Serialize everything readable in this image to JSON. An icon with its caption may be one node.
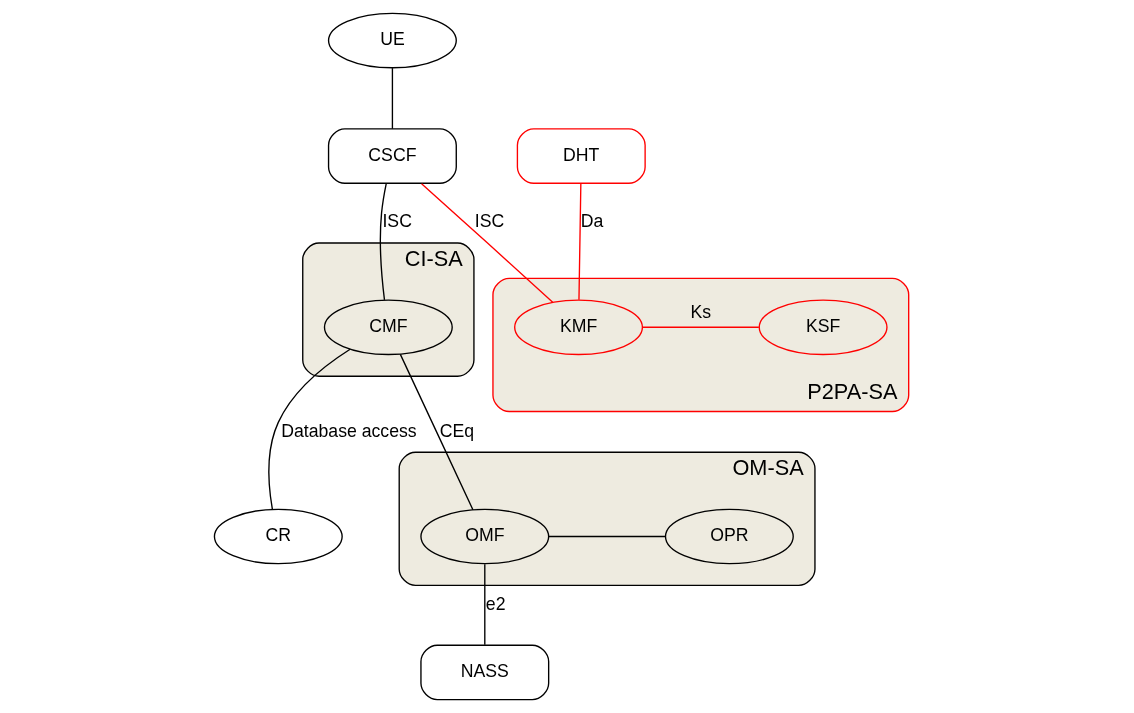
{
  "diagram": {
    "nodes": [
      {
        "text": [
          "UE"
        ]
      },
      {
        "text": [
          "CSCF"
        ]
      },
      {
        "text": [
          "P2PA-SA"
        ]
      },
      {
        "text": [
          "DHT"
        ]
      },
      {
        "text": [
          "KMF"
        ],
        "in": 2
      },
      {
        "text": [
          "KSF"
        ],
        "in": 2
      },
      {
        "text": [
          "CI-SA"
        ]
      },
      {
        "text": [
          "CMF"
        ],
        "in": 6
      },
      {
        "text": [
          "CR"
        ]
      },
      {
        "text": [
          "OM-SA"
        ]
      },
      {
        "text": [
          "OMF"
        ],
        "in": 9
      },
      {
        "text": [
          "OPR"
        ],
        "in": 9
      },
      {
        "text": [
          "NASS"
        ]
      }
    ],
    "edges": [
      {
        "from": 0,
        "to": 1,
        "arrow": "none"
      },
      {
        "from": 1,
        "to": 4,
        "arrow": "none",
        "label": "ISC",
        "color": "#ff0000"
      },
      {
        "from": 3,
        "to": 4,
        "arrow": "none",
        "label": "Da",
        "color": "#ff0000"
      },
      {
        "from": 4,
        "to": 5,
        "arrow": "none",
        "label": "Ks",
        "color": "#ff0000"
      },
      {
        "from": 1,
        "to": 7,
        "arrow": "none",
        "label": "ISC"
      },
      {
        "from": 7,
        "to": 8,
        "arrow": "none",
        "label": "Database access"
      },
      {
        "from": 7,
        "to": 10,
        "arrow": "none",
        "label": "CEq"
      },
      {
        "from": 10,
        "to": 11,
        "arrow": "none"
      },
      {
        "from": 10,
        "to": 12,
        "arrow": "none",
        "label": "e2"
      }
    ]
  }
}
